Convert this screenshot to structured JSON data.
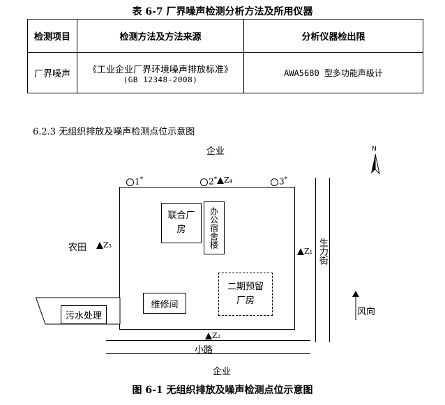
{
  "table_title": "表 6-7  厂界噪声检测分析方法及所用仪器",
  "table": {
    "headers": [
      "检测项目",
      "检测方法及方法来源",
      "分析仪器检出限"
    ],
    "row": {
      "item": "厂界噪声",
      "method_line1": "《工业企业厂界环境噪声排放标准》",
      "method_line2": "(GB 12348-2008)",
      "instrument": "AWA5680 型多功能声级计"
    }
  },
  "section_heading": "6.2.3 无组织排放及噪声检测点位示意图",
  "diagram": {
    "north": "N",
    "top_label": "企业",
    "bottom_label": "企业",
    "left_label": "农田",
    "points": {
      "p1": "1",
      "p2": "2",
      "p3": "3",
      "star": "*",
      "z1": "Z₁",
      "z2": "Z₂",
      "z3": "Z₃",
      "z4": "Z₄"
    },
    "buildings": {
      "union_plant": "联合厂房",
      "dormitory": "办公宿舍楼",
      "maintenance": "维修间",
      "phase2": "二期预留厂房",
      "sewage": "污水处理"
    },
    "road_east": "生力街",
    "road_south": "小路",
    "wind": "风向"
  },
  "figure_caption": "图 6-1 无组织排放及噪声检测点位示意图"
}
